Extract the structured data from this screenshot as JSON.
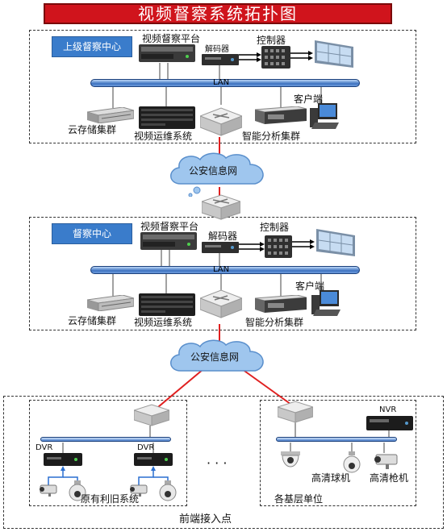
{
  "title": "视频督察系统拓扑图",
  "colors": {
    "title_bg": "#d0141c",
    "zone_label_bg": "#3a7ccb",
    "lan": "#3e73c0",
    "link": "#e02020"
  },
  "top_center": {
    "label": "上级督察中心",
    "platform": "视频督察平台",
    "decoder": "解码器",
    "controller": "控制器",
    "lan": "LAN",
    "client": "客户端",
    "storage": "云存储集群",
    "ops": "视频运维系统",
    "analytics": "智能分析集群"
  },
  "network_1": "公安信息网",
  "mid_center": {
    "label": "督察中心",
    "platform": "视频督察平台",
    "decoder": "解码器",
    "controller": "控制器",
    "lan": "LAN",
    "client": "客户端",
    "storage": "云存储集群",
    "ops": "视频运维系统",
    "analytics": "智能分析集群"
  },
  "network_2": "公安信息网",
  "front_end": {
    "label": "前端接入点",
    "legacy": {
      "dvr_1": "DVR",
      "dvr_2": "DVR",
      "label": "原有利旧系统"
    },
    "ellipsis": "· · ·",
    "grassroots": {
      "nvr": "NVR",
      "dome": "高清球机",
      "bullet": "高清枪机",
      "label": "各基层单位"
    }
  },
  "icons": [
    "server-icon",
    "switch-icon",
    "decoder-icon",
    "controller-icon",
    "video-wall-icon",
    "client-pc-icon",
    "cloud-icon",
    "dvr-icon",
    "nvr-icon",
    "dome-camera-icon",
    "bullet-camera-icon",
    "ptz-camera-icon"
  ]
}
